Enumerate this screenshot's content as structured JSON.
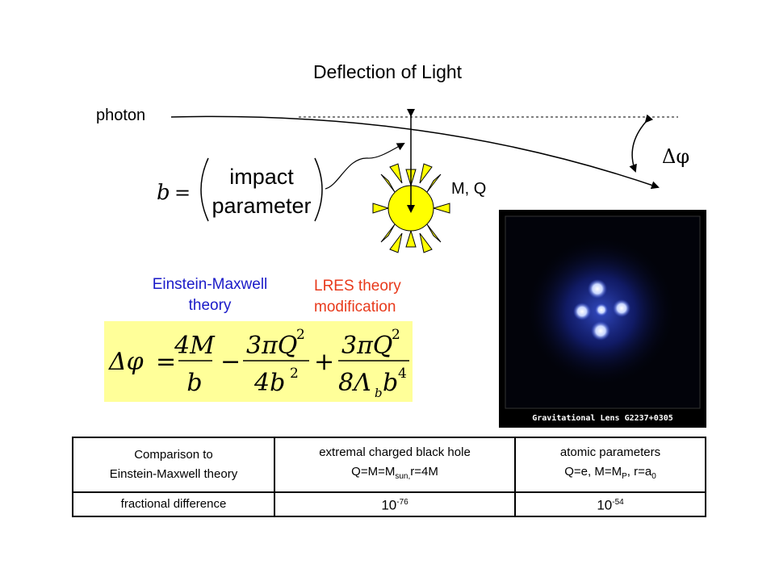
{
  "title": "Deflection of Light",
  "labels": {
    "photon": "photon",
    "mass_charge": "M, Q",
    "deflection": "Δφ",
    "em_line1": "Einstein-Maxwell",
    "em_line2": "theory",
    "lres_line1": "LRES theory",
    "lres_line2": "modification"
  },
  "impact_formula": {
    "b": "b",
    "eq": "=",
    "word1": "impact",
    "word2": "parameter"
  },
  "deflection_formula": {
    "lhs": "Δφ",
    "eq": "=",
    "t1_num": "4M",
    "t1_den": "b",
    "op1": "−",
    "t2_num": "3πQ",
    "t2_num_exp": "2",
    "t2_den": "4b",
    "t2_den_exp": "2",
    "op2": "+",
    "t3_num": "3πQ",
    "t3_num_exp": "2",
    "t3_den": "8Λ",
    "t3_den_sub": "b",
    "t3_den_b": "b",
    "t3_den_exp": "4"
  },
  "lens_image": {
    "caption": "Gravitational Lens G2237+0305"
  },
  "table": {
    "h1_line1": "Comparison to",
    "h1_line2": "Einstein-Maxwell theory",
    "h2_line1": "extremal charged black hole",
    "h2_line2_a": "Q=M=M",
    "h2_line2_sub": "sun,",
    "h2_line2_b": "r=4M",
    "h3_line1": "atomic parameters",
    "h3_line2_a": "Q=e, M=M",
    "h3_line2_sub1": "P",
    "h3_line2_b": ", r=a",
    "h3_line2_sub2": "0",
    "r2_label": "fractional difference",
    "r2_v1_base": "10",
    "r2_v1_exp": "-76",
    "r2_v2_base": "10",
    "r2_v2_exp": "-54"
  },
  "colors": {
    "sun": "#ffff00",
    "em_label": "#1a1ac8",
    "lres_label": "#e83a1c",
    "formula_bg": "#ffff99"
  }
}
